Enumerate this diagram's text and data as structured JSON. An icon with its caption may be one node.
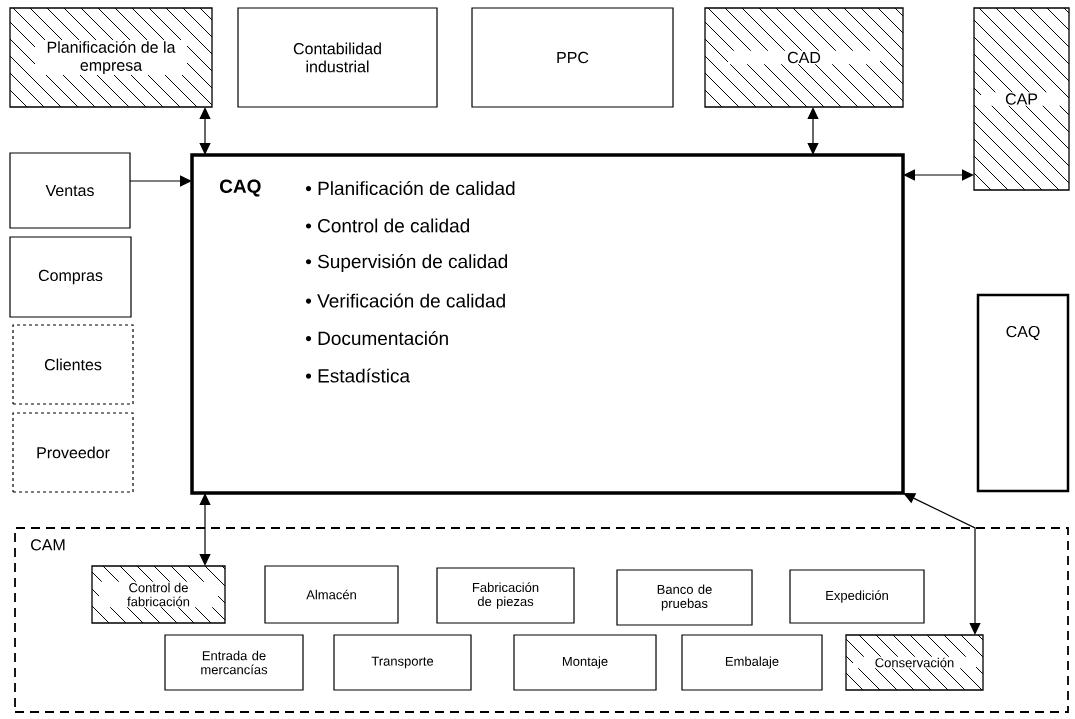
{
  "diagram": {
    "nodes": [
      {
        "text": [
          "Planificación de la empresa"
        ]
      },
      {
        "text": [
          "Contabilidad industrial"
        ]
      },
      {
        "text": [
          "PPC"
        ]
      },
      {
        "text": [
          "CAD"
        ]
      },
      {
        "text": [
          "CAP"
        ]
      },
      {
        "text": [
          "Ventas"
        ]
      },
      {
        "text": [
          "CAQ",
          "• Planificación de calidad",
          "• Control de calidad",
          "• Supervisión de calidad",
          "• Verificación de calidad",
          "• Documentación",
          "• Estadística"
        ]
      },
      {
        "text": [
          "Compras"
        ]
      },
      {
        "text": [
          "CAQ"
        ]
      },
      {
        "text": [
          "Clientes"
        ]
      },
      {
        "text": [
          "Proveedor"
        ]
      },
      {
        "text": [
          "CAM"
        ]
      },
      {
        "text": [
          "Control de fabricación"
        ],
        "in": 11
      },
      {
        "text": [
          "Almacén"
        ],
        "in": 11
      },
      {
        "text": [
          "Fabricación de piezas"
        ],
        "in": 11
      },
      {
        "text": [
          "Banco de pruebas"
        ],
        "in": 11
      },
      {
        "text": [
          "Expedición"
        ],
        "in": 11
      },
      {
        "text": [
          "Entrada de mercancías"
        ],
        "in": 11
      },
      {
        "text": [
          "Transporte"
        ],
        "in": 11
      },
      {
        "text": [
          "Montaje"
        ],
        "in": 11
      },
      {
        "text": [
          "Embalaje"
        ],
        "in": 11
      },
      {
        "text": [
          "Conservación"
        ],
        "in": 11
      }
    ],
    "edges": [
      {
        "from": 0,
        "to": 6,
        "arrow": "both"
      },
      {
        "from": 3,
        "to": 6,
        "arrow": "both"
      },
      {
        "from": 5,
        "to": 6,
        "arrow": "to"
      },
      {
        "from": 6,
        "to": 4,
        "arrow": "both"
      },
      {
        "from": 6,
        "to": 12,
        "arrow": "both"
      },
      {
        "from": 6,
        "to": 21,
        "arrow": "both"
      }
    ]
  }
}
